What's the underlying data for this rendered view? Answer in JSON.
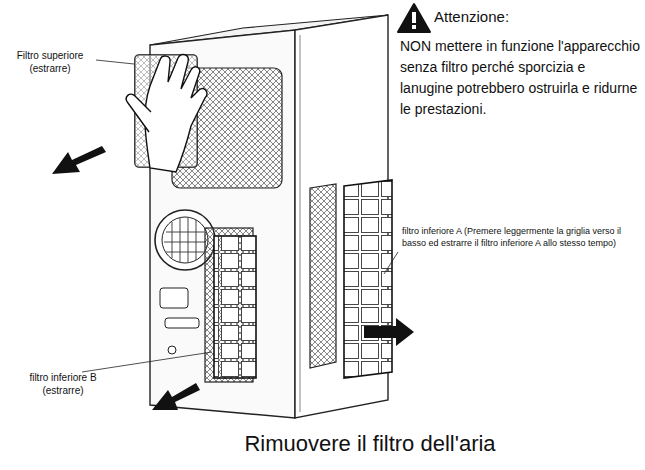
{
  "diagram": {
    "caption": "Rimuovere il filtro dell'aria",
    "labels": [
      "Filtro superiore (estrarre)",
      "Attenzione:",
      "NON mettere in funzione l'apparecchio senza filtro perché sporcizia e lanugine potrebbero ostruirla e ridurne le prestazioni.",
      "filtro inferiore A (Premere leggermente la griglia verso il basso ed estrarre il filtro inferiore A allo stesso tempo)",
      "filtro inferiore B (estrarre)"
    ]
  }
}
